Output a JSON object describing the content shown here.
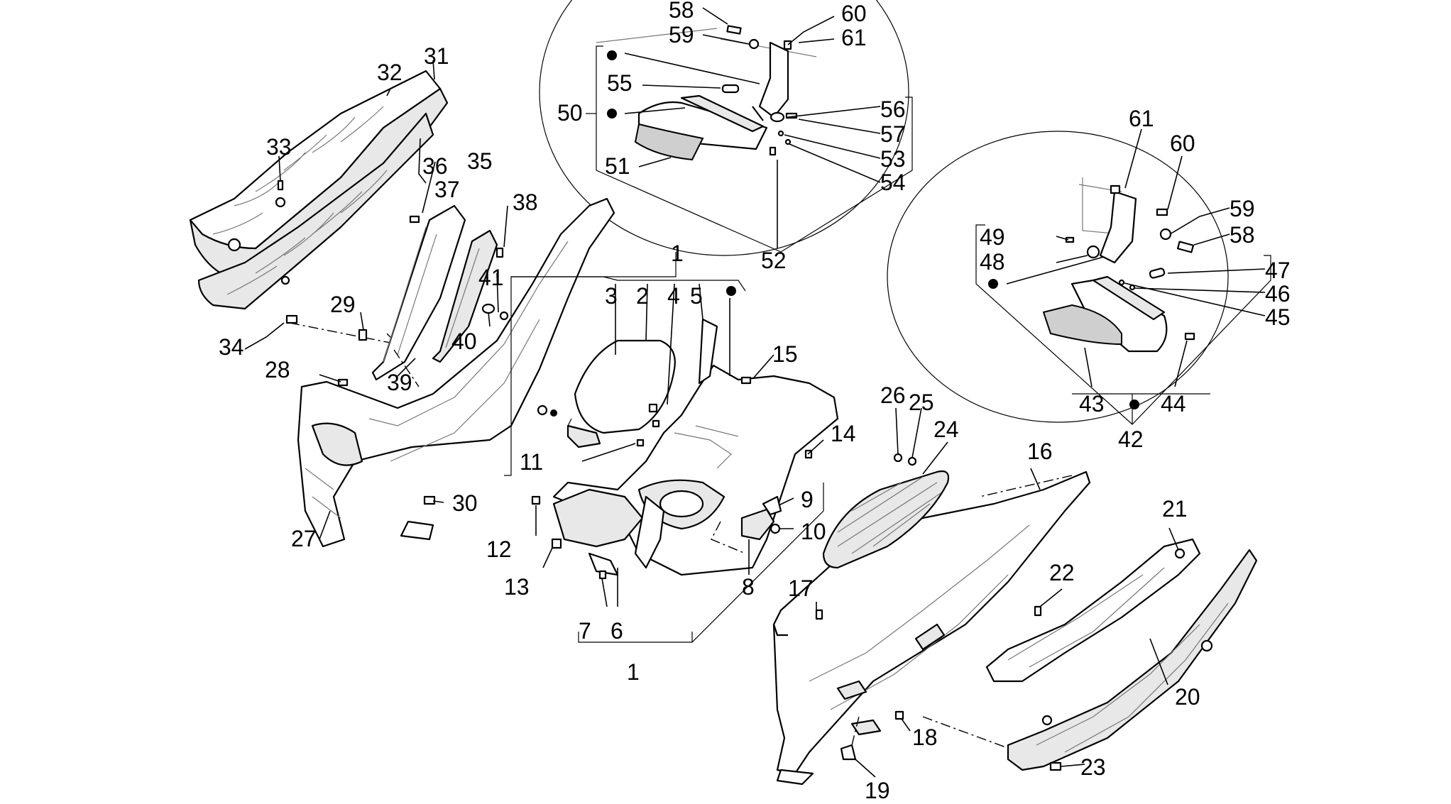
{
  "labels": [
    {
      "id": "58a",
      "text": "58"
    },
    {
      "id": "59a",
      "text": "59"
    },
    {
      "id": "60a",
      "text": "60"
    },
    {
      "id": "61a",
      "text": "61"
    },
    {
      "id": "55",
      "text": "55"
    },
    {
      "id": "50",
      "text": "50"
    },
    {
      "id": "51",
      "text": "51"
    },
    {
      "id": "52",
      "text": "52"
    },
    {
      "id": "56",
      "text": "56"
    },
    {
      "id": "57",
      "text": "57"
    },
    {
      "id": "53",
      "text": "53"
    },
    {
      "id": "54",
      "text": "54"
    },
    {
      "id": "31",
      "text": "31"
    },
    {
      "id": "32",
      "text": "32"
    },
    {
      "id": "33",
      "text": "33"
    },
    {
      "id": "34",
      "text": "34"
    },
    {
      "id": "35",
      "text": "35"
    },
    {
      "id": "36",
      "text": "36"
    },
    {
      "id": "37",
      "text": "37"
    },
    {
      "id": "38",
      "text": "38"
    },
    {
      "id": "29",
      "text": "29"
    },
    {
      "id": "28",
      "text": "28"
    },
    {
      "id": "39",
      "text": "39"
    },
    {
      "id": "40",
      "text": "40"
    },
    {
      "id": "41",
      "text": "41"
    },
    {
      "id": "27",
      "text": "27"
    },
    {
      "id": "30",
      "text": "30"
    },
    {
      "id": "1a",
      "text": "1"
    },
    {
      "id": "2",
      "text": "2"
    },
    {
      "id": "3",
      "text": "3"
    },
    {
      "id": "4",
      "text": "4"
    },
    {
      "id": "5",
      "text": "5"
    },
    {
      "id": "11",
      "text": "11"
    },
    {
      "id": "12",
      "text": "12"
    },
    {
      "id": "13",
      "text": "13"
    },
    {
      "id": "6",
      "text": "6"
    },
    {
      "id": "7",
      "text": "7"
    },
    {
      "id": "1b",
      "text": "1"
    },
    {
      "id": "15",
      "text": "15"
    },
    {
      "id": "14",
      "text": "14"
    },
    {
      "id": "9",
      "text": "9"
    },
    {
      "id": "10",
      "text": "10"
    },
    {
      "id": "8",
      "text": "8"
    },
    {
      "id": "26",
      "text": "26"
    },
    {
      "id": "25",
      "text": "25"
    },
    {
      "id": "24",
      "text": "24"
    },
    {
      "id": "16",
      "text": "16"
    },
    {
      "id": "17",
      "text": "17"
    },
    {
      "id": "18",
      "text": "18"
    },
    {
      "id": "19",
      "text": "19"
    },
    {
      "id": "22",
      "text": "22"
    },
    {
      "id": "21",
      "text": "21"
    },
    {
      "id": "20",
      "text": "20"
    },
    {
      "id": "23",
      "text": "23"
    },
    {
      "id": "61b",
      "text": "61"
    },
    {
      "id": "60b",
      "text": "60"
    },
    {
      "id": "59b",
      "text": "59"
    },
    {
      "id": "58b",
      "text": "58"
    },
    {
      "id": "49",
      "text": "49"
    },
    {
      "id": "48",
      "text": "48"
    },
    {
      "id": "47",
      "text": "47"
    },
    {
      "id": "46",
      "text": "46"
    },
    {
      "id": "45",
      "text": "45"
    },
    {
      "id": "43",
      "text": "43"
    },
    {
      "id": "44",
      "text": "44"
    },
    {
      "id": "42",
      "text": "42"
    }
  ]
}
